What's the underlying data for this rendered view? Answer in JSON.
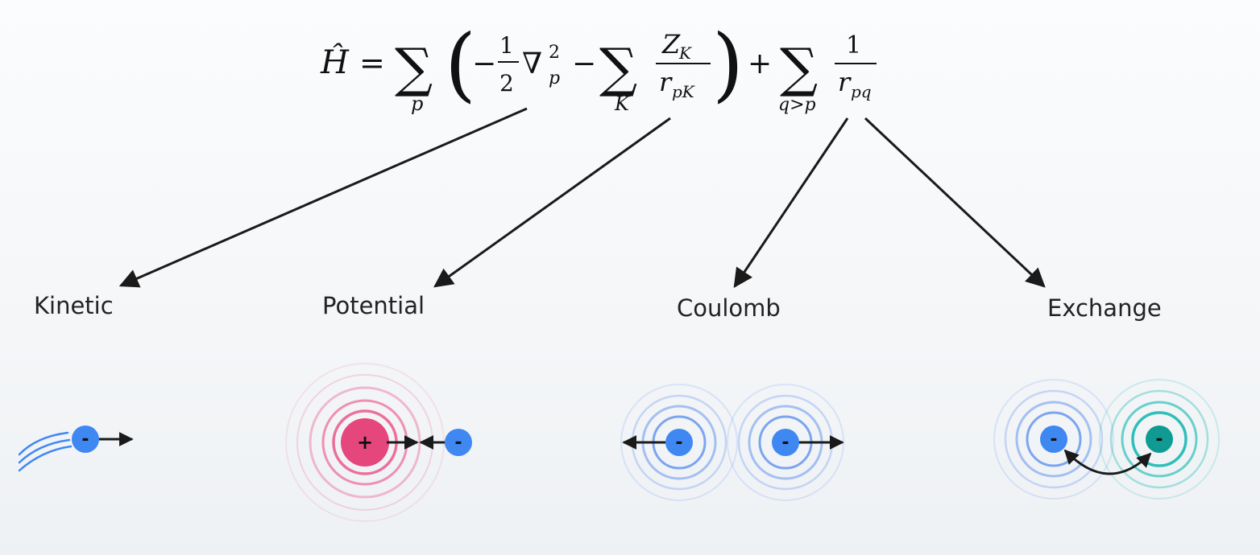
{
  "equation": {
    "lhs": "Ĥ",
    "equals": "=",
    "sum_symbol": "∑",
    "sum1_index": "p",
    "open_paren": "(",
    "minus1": "−",
    "half_num": "1",
    "half_den": "2",
    "nabla": "∇",
    "nabla_sup": "2",
    "nabla_sub": "p",
    "minus2": "−",
    "sum2_index": "K",
    "frac2_num": "Z",
    "frac2_num_sub": "K",
    "frac2_den": "r",
    "frac2_den_sub": "pK",
    "close_paren": ")",
    "plus": "+",
    "sum3_index": "q>p",
    "frac3_num": "1",
    "frac3_den": "r",
    "frac3_den_sub": "pq"
  },
  "labels": {
    "kinetic": "Kinetic",
    "potential": "Potential",
    "coulomb": "Coulomb",
    "exchange": "Exchange"
  },
  "charges": {
    "electron": "-",
    "nucleus": "+"
  },
  "colors": {
    "electron": "#3f88f2",
    "electron_ring": "#6f9cf0",
    "nucleus": "#e5467c",
    "nucleus_ring": "#ec6f98",
    "exchange_electron": "#0f9a92",
    "exchange_ring": "#2fbfb8",
    "arrow": "#1a1a1a"
  }
}
